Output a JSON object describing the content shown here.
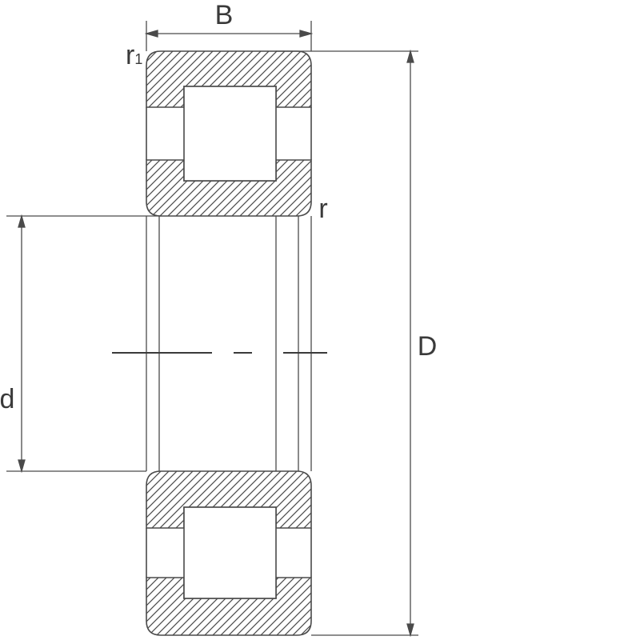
{
  "labels": {
    "width": "B",
    "outer_diameter": "D",
    "bore_diameter": "d",
    "corner_radius": "r",
    "corner_radius_1": {
      "base": "r",
      "subscript": "1"
    }
  },
  "colors": {
    "line": "#4a4a4a",
    "text": "#3a3a3a",
    "background": "#ffffff"
  }
}
